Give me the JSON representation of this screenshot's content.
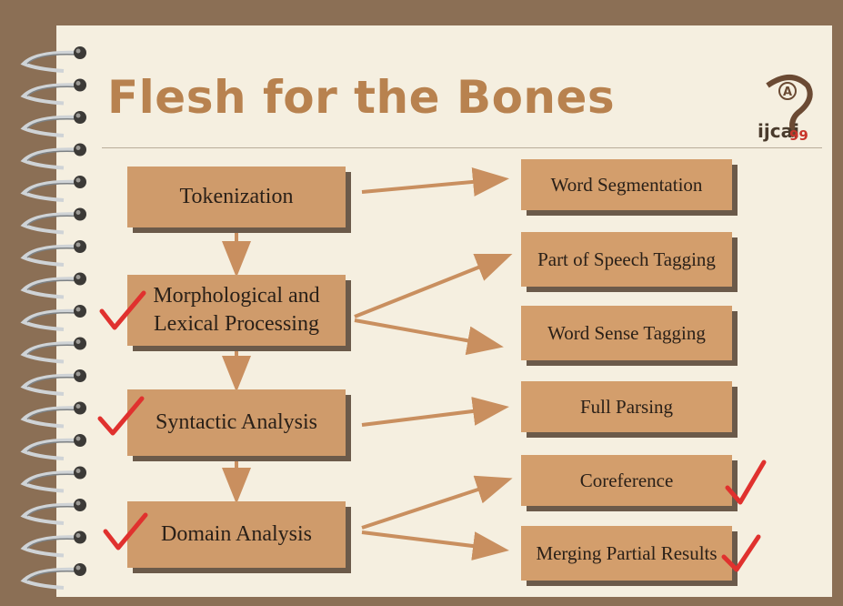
{
  "title": "Flesh for the Bones",
  "logo": {
    "text": "ijcai",
    "number": "99",
    "letter": "A"
  },
  "diagram": {
    "stages": [
      {
        "label": "Tokenization",
        "checked": false
      },
      {
        "label": "Morphological and Lexical Processing",
        "checked": true
      },
      {
        "label": "Syntactic Analysis",
        "checked": true
      },
      {
        "label": "Domain Analysis",
        "checked": true
      }
    ],
    "outputs": [
      {
        "label": "Word Segmentation",
        "from_stage": 0,
        "checked": false
      },
      {
        "label": "Part of Speech Tagging",
        "from_stage": 1,
        "checked": false
      },
      {
        "label": "Word Sense Tagging",
        "from_stage": 1,
        "checked": false
      },
      {
        "label": "Full Parsing",
        "from_stage": 2,
        "checked": false
      },
      {
        "label": "Coreference",
        "from_stage": 3,
        "checked": true
      },
      {
        "label": "Merging Partial Results",
        "from_stage": 3,
        "checked": true
      }
    ]
  },
  "colors": {
    "background": "#8b6f55",
    "paper": "#f5efe0",
    "title": "#b8824f",
    "box": "#cf9b6b",
    "shadow": "#6b5a4a",
    "check": "#e0312e"
  },
  "icons": {
    "binding": "spiral-ring-icon",
    "check": "checkmark-icon"
  }
}
